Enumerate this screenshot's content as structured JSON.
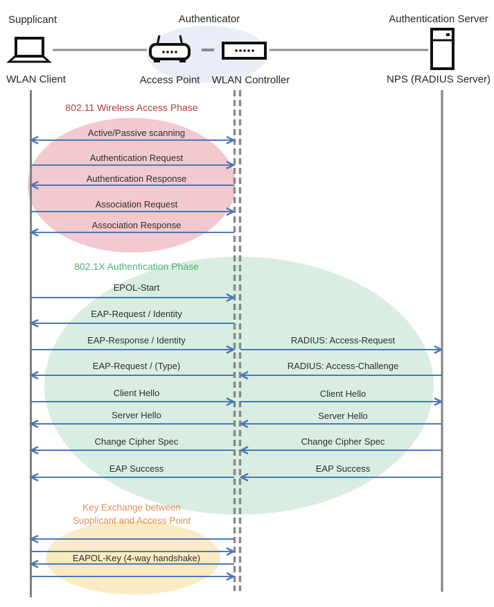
{
  "roles": {
    "supplicant": "Supplicant",
    "authenticator": "Authenticator",
    "auth_server": "Authentication Server"
  },
  "devices": {
    "wlan_client": "WLAN Client",
    "access_point": "Access Point",
    "wlan_controller": "WLAN Controller",
    "nps": "NPS (RADIUS Server)"
  },
  "colors": {
    "arrow": "#4B78B5",
    "lifeline": "#7F7F7F",
    "phase1_title": "#B13A3C",
    "phase1_fill": "#F2C9CE",
    "phase2_title": "#4FB076",
    "phase2_fill": "#D9EEE1",
    "phase3_title": "#E08F58",
    "phase3_fill": "#FCEAC2",
    "authenticator_fill": "#E9EDF7",
    "icon": "#111111",
    "text": "#262626"
  },
  "phases": [
    {
      "title": "802.11 Wireless Access Phase",
      "messages": [
        {
          "label": "Active/Passive scanning",
          "direction": "both"
        },
        {
          "label": "Authentication Request",
          "direction": "right"
        },
        {
          "label": "Authentication Response",
          "direction": "left"
        },
        {
          "label": "Association Request",
          "direction": "right"
        },
        {
          "label": "Association Response",
          "direction": "left"
        }
      ]
    },
    {
      "title": "802.1X Authentication Phase",
      "messages": [
        {
          "segment": "client-controller",
          "label": "EPOL-Start",
          "direction": "right"
        },
        {
          "segment": "client-controller",
          "label": "EAP-Request / Identity",
          "direction": "left"
        },
        {
          "segment": "client-controller",
          "label": "EAP-Response / Identity",
          "direction": "right"
        },
        {
          "segment": "controller-server",
          "label": "RADIUS: Access-Request",
          "direction": "right"
        },
        {
          "segment": "client-controller",
          "label": "EAP-Request / (Type)",
          "direction": "left"
        },
        {
          "segment": "controller-server",
          "label": "RADIUS: Access-Challenge",
          "direction": "left"
        },
        {
          "segment": "client-controller",
          "label": "Client Hello",
          "direction": "right"
        },
        {
          "segment": "controller-server",
          "label": "Client Hello",
          "direction": "right"
        },
        {
          "segment": "client-controller",
          "label": "Server Hello",
          "direction": "left"
        },
        {
          "segment": "controller-server",
          "label": "Server Hello",
          "direction": "left"
        },
        {
          "segment": "client-controller",
          "label": "Change Cipher Spec",
          "direction": "left"
        },
        {
          "segment": "controller-server",
          "label": "Change Cipher Spec",
          "direction": "left"
        },
        {
          "segment": "client-controller",
          "label": "EAP Success",
          "direction": "left"
        },
        {
          "segment": "controller-server",
          "label": "EAP Success",
          "direction": "left"
        }
      ]
    },
    {
      "title_lines": [
        "Key Exchange between",
        "Supplicant and Access Point"
      ],
      "messages": [
        {
          "label": "",
          "direction": "left"
        },
        {
          "label": "",
          "direction": "right"
        },
        {
          "label": "EAPOL-Key (4-way handshake)",
          "direction": "left"
        },
        {
          "label": "",
          "direction": "right"
        }
      ]
    }
  ]
}
